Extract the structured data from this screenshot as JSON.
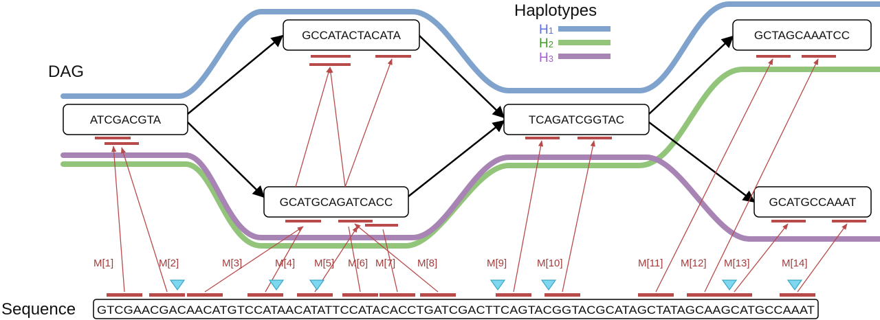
{
  "title_dag": "DAG",
  "title_sequence": "Sequence",
  "haplotypes": {
    "title": "Haplotypes",
    "items": [
      {
        "name": "H1",
        "color": "#7fa3cc"
      },
      {
        "name": "H2",
        "color": "#92c47a"
      },
      {
        "name": "H3",
        "color": "#a784b4"
      }
    ],
    "label_colors": [
      "#5a6ee0",
      "#3e9a20",
      "#a25ed0"
    ]
  },
  "nodes": [
    {
      "id": "n1",
      "label": "ATCGACGTA"
    },
    {
      "id": "n2",
      "label": "GCCATACTACATA"
    },
    {
      "id": "n3",
      "label": "GCATGCAGATCACC"
    },
    {
      "id": "n4",
      "label": "TCAGATCGGTAC"
    },
    {
      "id": "n5",
      "label": "GCTAGCAAATCC"
    },
    {
      "id": "n6",
      "label": "GCATGCCAAAT"
    }
  ],
  "edges": [
    [
      "n1",
      "n2"
    ],
    [
      "n1",
      "n3"
    ],
    [
      "n2",
      "n4"
    ],
    [
      "n3",
      "n4"
    ],
    [
      "n4",
      "n5"
    ],
    [
      "n4",
      "n6"
    ]
  ],
  "sequence": "GTCGAACGACAACATGTCCATAACATATTCCATACACCTGATCGACTTCAGTACGGTACGCATAGCTATAGCAAGCATGCCAAAT",
  "matches": [
    "M[1]",
    "M[2]",
    "M[3]",
    "M[4]",
    "M[5]",
    "M[6]",
    "M[7]",
    "M[8]",
    "M[9]",
    "M[10]",
    "M[11]",
    "M[12]",
    "M[13]",
    "M[14]"
  ],
  "colors": {
    "match": "#b84a4a",
    "triangle": "#7fd6ef",
    "edge": "#000000"
  }
}
